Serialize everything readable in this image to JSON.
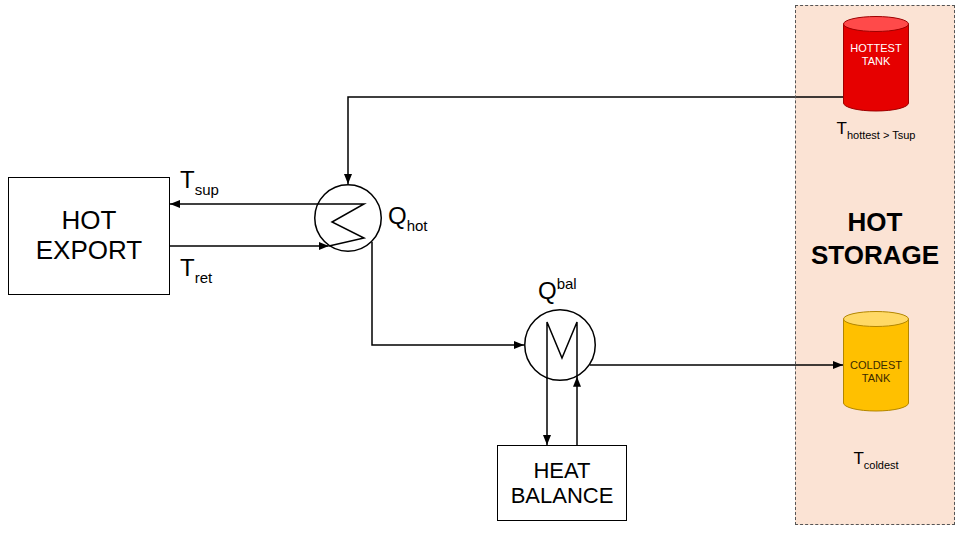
{
  "diagram": {
    "nodes": [
      {
        "text": [
          "HOT EXPORT"
        ]
      },
      {
        "text": [
          "Qhot"
        ]
      },
      {
        "text": [
          "Qbal"
        ]
      },
      {
        "text": [
          "HEAT BALANCE"
        ]
      },
      {
        "text": [
          "HOT STORAGE"
        ]
      },
      {
        "text": [
          "HOTTEST TANK",
          "Thottest > Tsup"
        ],
        "in": 4
      },
      {
        "text": [
          "COLDEST TANK",
          "Tcoldest"
        ],
        "in": 4
      }
    ],
    "edges": [
      {
        "from": 5,
        "to": 1,
        "arrow": "to"
      },
      {
        "from": 1,
        "to": 0,
        "label": "Tsup",
        "arrow": "to"
      },
      {
        "from": 0,
        "to": 1,
        "label": "Tret",
        "arrow": "to"
      },
      {
        "from": 1,
        "to": 2,
        "arrow": "to"
      },
      {
        "from": 2,
        "to": 6,
        "arrow": "to"
      },
      {
        "from": 2,
        "to": 3,
        "arrow": "to"
      },
      {
        "from": 3,
        "to": 2,
        "arrow": "to"
      }
    ]
  }
}
